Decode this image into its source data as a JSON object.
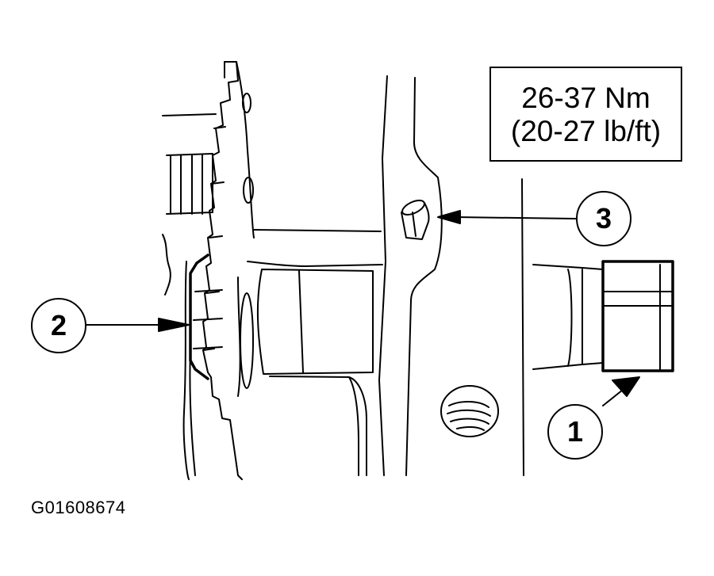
{
  "spec": {
    "torque_nm": "26-37 Nm",
    "torque_lbft": "(20-27 lb/ft)"
  },
  "callouts": [
    {
      "label": "1"
    },
    {
      "label": "2"
    },
    {
      "label": "3"
    }
  ],
  "figure_id": "G01608674"
}
